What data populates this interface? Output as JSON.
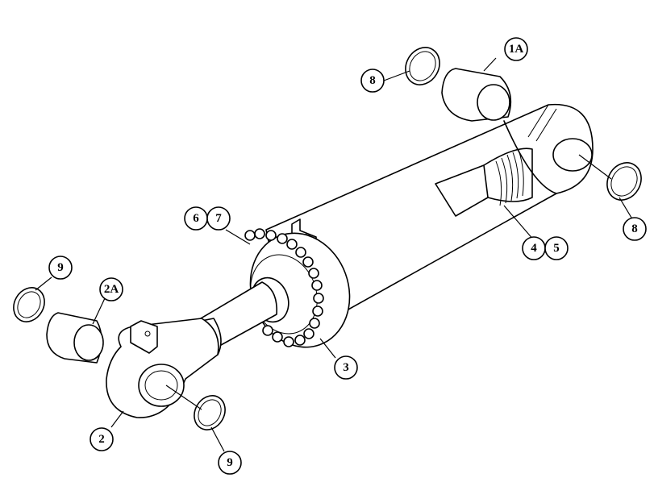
{
  "callouts": [
    {
      "id": "c-1a",
      "label": "1A"
    },
    {
      "id": "c-8-top",
      "label": "8"
    },
    {
      "id": "c-8-right",
      "label": "8"
    },
    {
      "id": "c-4",
      "label": "4"
    },
    {
      "id": "c-5",
      "label": "5"
    },
    {
      "id": "c-6",
      "label": "6"
    },
    {
      "id": "c-7",
      "label": "7"
    },
    {
      "id": "c-3",
      "label": "3"
    },
    {
      "id": "c-9-left",
      "label": "9"
    },
    {
      "id": "c-2a",
      "label": "2A"
    },
    {
      "id": "c-2",
      "label": "2"
    },
    {
      "id": "c-9-bottom",
      "label": "9"
    }
  ]
}
